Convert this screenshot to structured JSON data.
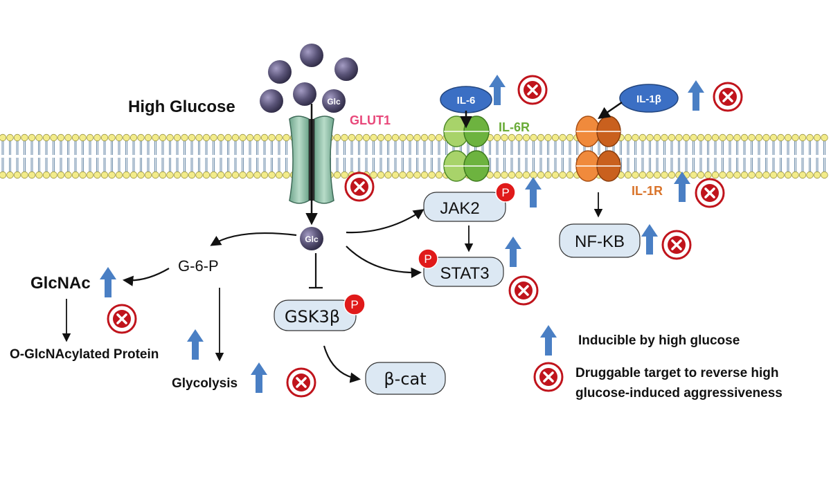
{
  "labels": {
    "high_glucose": "High Glucose",
    "glc": "Glc",
    "glut1": "GLUT1",
    "il6": "IL-6",
    "il6r": "IL-6R",
    "il1b": "IL-1β",
    "il1r": "IL-1R",
    "jak2": "JAK2",
    "stat3": "STAT3",
    "nfkb": "NF-KB",
    "g6p": "G-6-P",
    "glcnac": "GlcNAc",
    "oglcnac_protein": "O-GlcNAcylated Protein",
    "glycolysis": "Glycolysis",
    "gsk3b": "GSK3β",
    "bcat": "β-cat",
    "phospho": "P"
  },
  "legend": {
    "inducible": "Inducible by high glucose",
    "druggable_line1": "Druggable target to reverse high",
    "druggable_line2": "glucose-induced aggressiveness"
  },
  "colors": {
    "arrow_up": "#4a7fc4",
    "drug_red": "#c0141c",
    "glut1_text": "#e8487a",
    "il6r_text": "#6aab38",
    "il1r_text": "#d9732a",
    "box_fill": "#dce8f3",
    "phospho_red": "#e01a1a",
    "sphere": "#5a5478",
    "il_ellipse": "#3b6fc4",
    "membrane_head": "#f3ec8a"
  }
}
